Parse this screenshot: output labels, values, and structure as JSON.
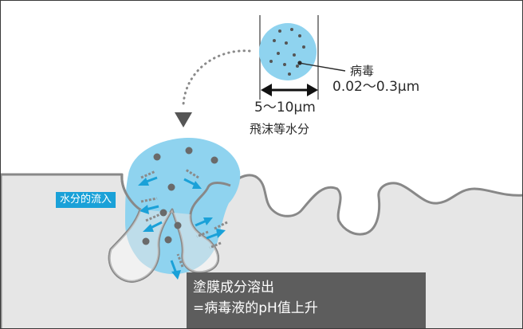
{
  "labels": {
    "virus_name": "病毒",
    "virus_size": "0.02〜0.3µm",
    "droplet_size": "5〜10µm",
    "droplet_name": "飛沫等水分",
    "water_inflow": "水分的流入",
    "coating_dissolve_line1": "塗膜成分溶出",
    "coating_dissolve_line2": "=病毒液的pH值上升"
  },
  "colors": {
    "droplet": "#8fd3ef",
    "surface": "#e6e6e6",
    "outline": "#888888",
    "arrow_blue": "#1aa1d8",
    "arrow_gray": "#8a8a8a",
    "virus_dot": "#6a6a6a",
    "dark_badge": "#5d5d5d"
  },
  "icons": {
    "virus_particle": "virus-dot-icon",
    "measure_arrow": "double-headed-arrow-icon",
    "trajectory_arrow": "down-arrow-icon"
  }
}
